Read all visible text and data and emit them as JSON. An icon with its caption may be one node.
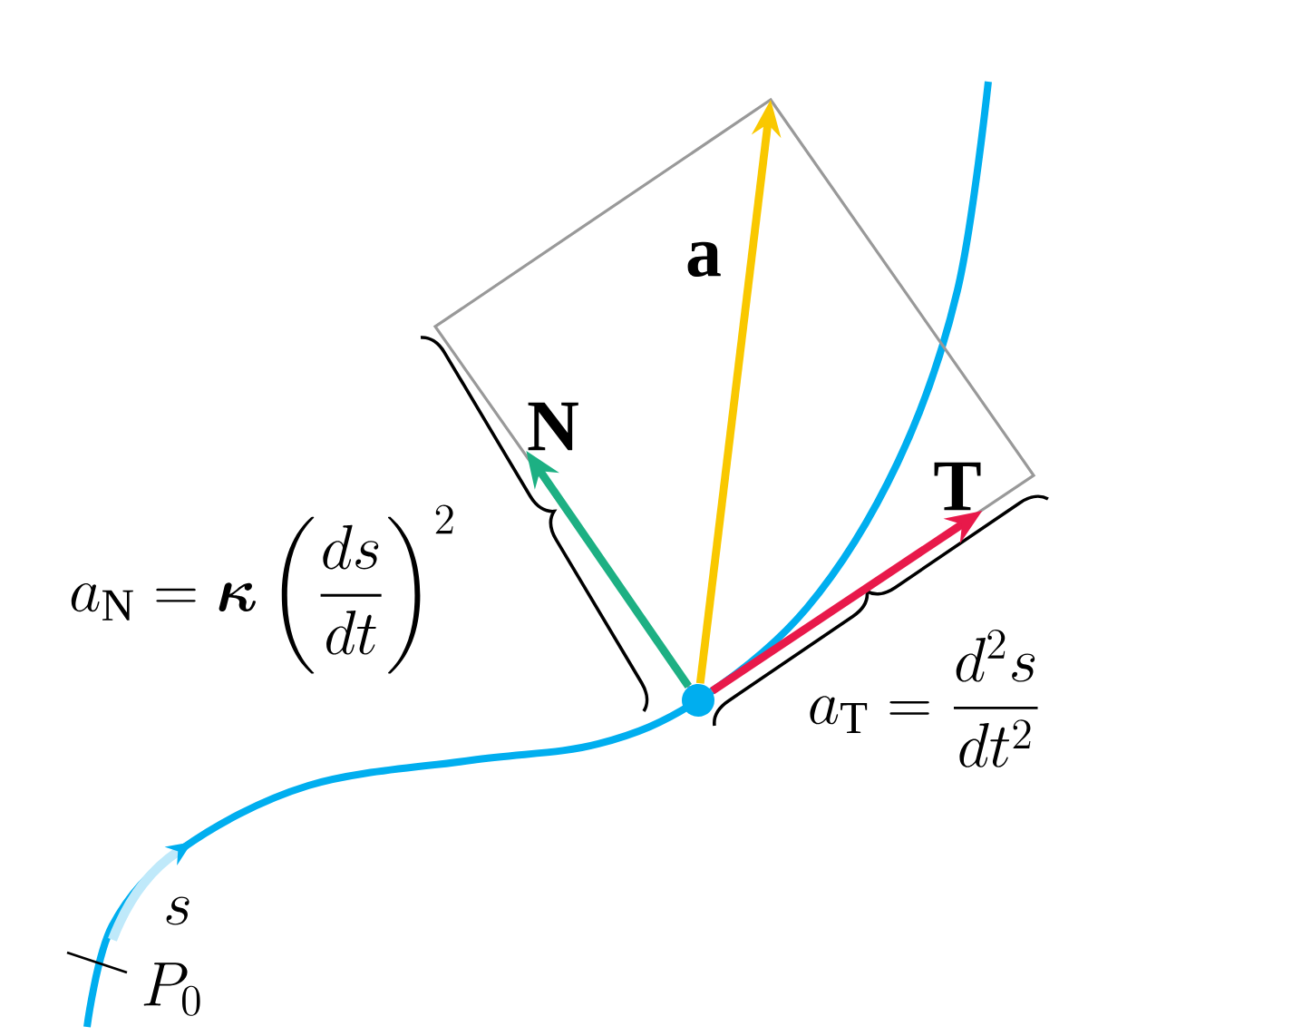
{
  "diagram": {
    "nodes": [
      {
        "text": [],
        "shape": "circle"
      },
      {
        "text": [
          "N"
        ]
      },
      {
        "text": [
          "T"
        ]
      }
    ],
    "edges": [
      {
        "from": 0,
        "to": 1,
        "arrow": "to",
        "color": "#1db083"
      },
      {
        "from": 0,
        "to": null,
        "arrow": "to",
        "label": "a",
        "color": "#f9c800"
      },
      {
        "from": 0,
        "to": 2,
        "arrow": "to",
        "color": "#e8194a"
      }
    ],
    "labels": [
      "a_{\\mathrm{N}} = \\boldsymbol{\\kappa}\\left(\\frac{ds}{dt}\\right)^{2}",
      "a_{\\mathrm{T}} = \\frac{d^{2}s}{dt^{2}}",
      "s",
      "P_{0}"
    ]
  }
}
